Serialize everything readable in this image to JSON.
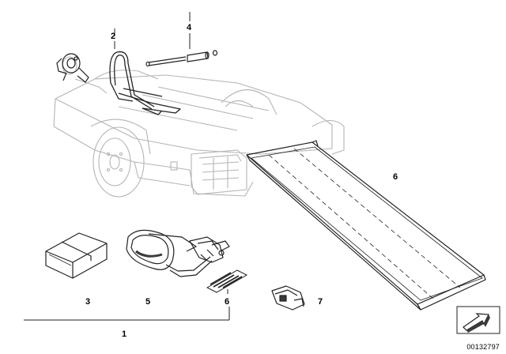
{
  "callouts": {
    "c1": "1",
    "c2": "2",
    "c3": "3",
    "c4": "4",
    "c5": "5",
    "c6_ramp": "6",
    "c6_strip": "6",
    "c7": "7"
  },
  "catalog_number": "00132797",
  "colors": {
    "line": "#222222",
    "faded_line": "#b8b8b8",
    "background": "#ffffff",
    "dark_fill": "#3a3a3a"
  },
  "icons": {
    "corner_marker": "arrow-marker-icon"
  }
}
